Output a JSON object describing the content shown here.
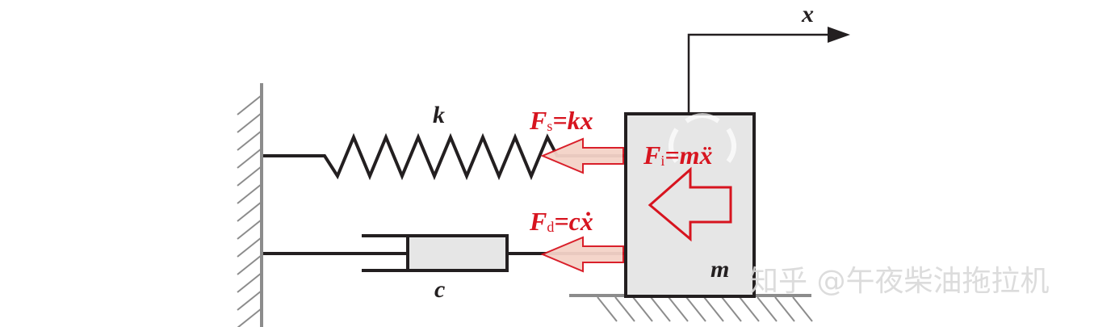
{
  "labels": {
    "displacement": "x",
    "spring_constant": "k",
    "damping_coefficient": "c",
    "mass": "m"
  },
  "forces": {
    "spring": {
      "symbol": "F",
      "subscript": "s",
      "expression": "=kx"
    },
    "damping": {
      "symbol": "F",
      "subscript": "d",
      "expression": "=cẋ"
    },
    "inertia": {
      "symbol": "F",
      "subscript": "i",
      "expression": "=mẍ"
    }
  },
  "watermark": "知乎 @午夜柴油拖拉机",
  "colors": {
    "line": "#231f20",
    "force": "#d7141f",
    "force_arrow_fill": "#f4d3c8",
    "mass_fill": "#e6e6e6",
    "damper_fill": "#e6e6e6",
    "wall": "#8c8c8c",
    "ground": "#8c8c8c",
    "watermark": "#d9d9d9"
  }
}
